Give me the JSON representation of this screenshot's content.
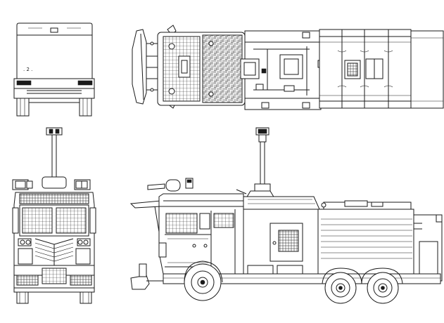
{
  "drawing": {
    "background": "#ffffff",
    "line_color": "#1a1a1a",
    "views": [
      {
        "id": "rear-view"
      },
      {
        "id": "top-view"
      },
      {
        "id": "front-view"
      },
      {
        "id": "side-view"
      }
    ]
  }
}
